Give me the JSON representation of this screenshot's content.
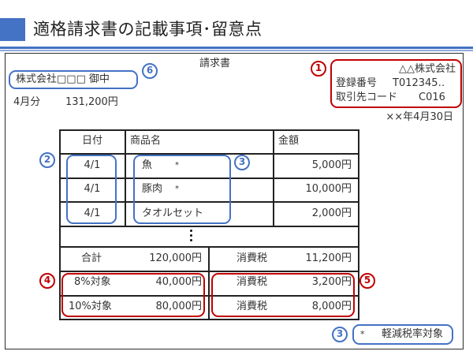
{
  "header": {
    "title": "適格請求書の記載事項･留意点",
    "accent_color": "#4472c4"
  },
  "invoice": {
    "doc_title": "請求書",
    "recipient": "株式会社□□□ 御中",
    "period": "4月分",
    "total_amount": "131,200円",
    "issuer": {
      "name": "△△株式会社",
      "reg_label": "登録番号",
      "reg_value": "T012345‥",
      "client_label": "取引先コード",
      "client_value": "C016"
    },
    "date": "××年4月30日",
    "table": {
      "headers": [
        "日付",
        "商品名",
        "金額"
      ],
      "rows": [
        {
          "date": "4/1",
          "item": "魚",
          "mark": "*",
          "amount": "5,000円"
        },
        {
          "date": "4/1",
          "item": "豚肉",
          "mark": "*",
          "amount": "10,000円"
        },
        {
          "date": "4/1",
          "item": "タオルセット",
          "mark": "",
          "amount": "2,000円"
        }
      ],
      "ellipsis": "⋮"
    },
    "summary": {
      "subtotal_label": "合計",
      "subtotal_value": "120,000円",
      "tax_label": "消費税",
      "tax_value": "11,200円",
      "rate8_label": "8%対象",
      "rate8_value": "40,000円",
      "rate8_tax_label": "消費税",
      "rate8_tax_value": "3,200円",
      "rate10_label": "10%対象",
      "rate10_value": "80,000円",
      "rate10_tax_label": "消費税",
      "rate10_tax_value": "8,000円"
    },
    "footnote": {
      "mark": "*",
      "text": "軽減税率対象"
    }
  },
  "badges": {
    "b1": "1",
    "b2": "2",
    "b3": "3",
    "b3b": "3",
    "b4": "4",
    "b5": "5",
    "b6": "6"
  },
  "colors": {
    "blue_highlight": "#4472c4",
    "red_highlight": "#c00000"
  }
}
